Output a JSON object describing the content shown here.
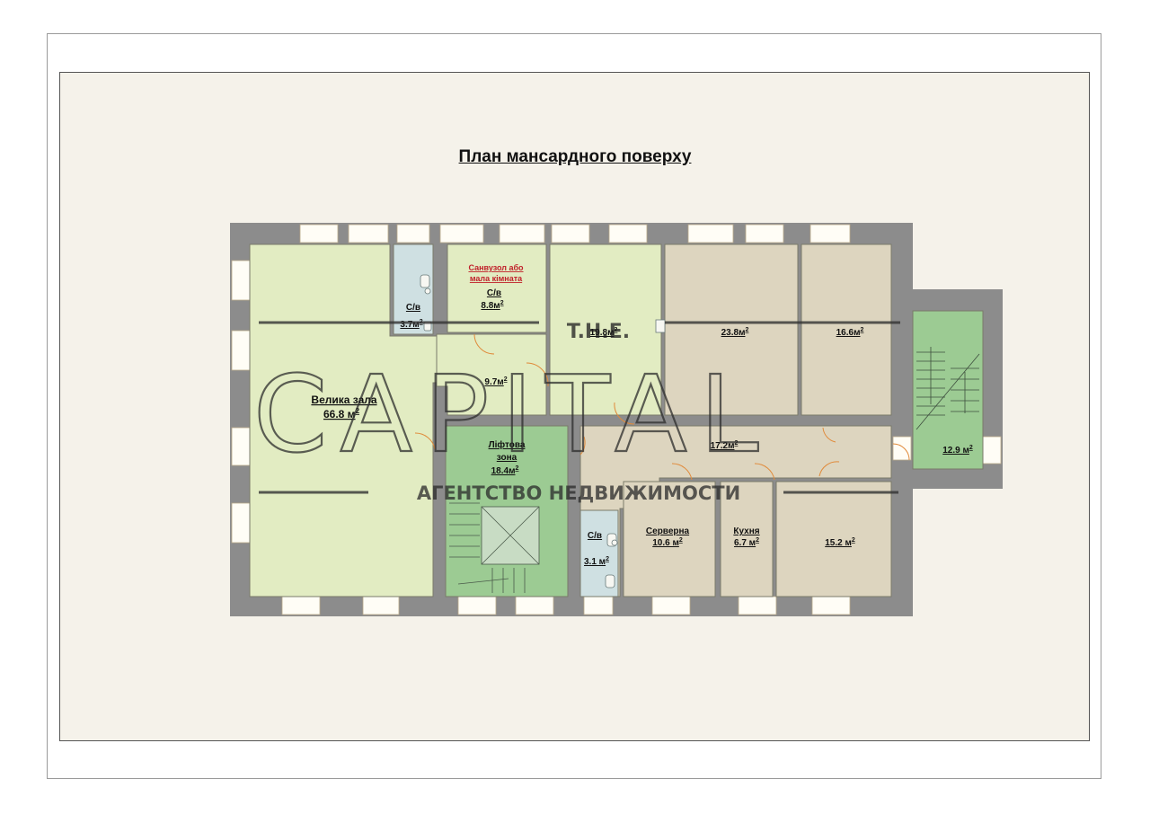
{
  "title": "План мансардного поверху",
  "rooms": {
    "hall": {
      "name": "Велика зала",
      "area": "66.8 м",
      "sup": "2"
    },
    "wc1": {
      "name": "С/в",
      "area": "3.7м",
      "sup": "2"
    },
    "wc2": {
      "note_line1": "Санвузол або",
      "note_line2": "мала кімната",
      "name": "С/в",
      "area": "8.8м",
      "sup": "2"
    },
    "corridor": {
      "area": "9.7м",
      "sup": "2"
    },
    "r19": {
      "area": "19.8м",
      "sup": "2"
    },
    "r23": {
      "area": "23.8м",
      "sup": "2"
    },
    "r16": {
      "area": "16.6м",
      "sup": "2"
    },
    "stair": {
      "area": "12.9 м",
      "sup": "2"
    },
    "lift": {
      "line1": "Ліфтова",
      "line2": "зона",
      "area": "18.4м",
      "sup": "2"
    },
    "hall2": {
      "area": "17.2м",
      "sup": "2"
    },
    "wc3": {
      "name": "С/в",
      "area": "3.1 м",
      "sup": "2"
    },
    "server": {
      "name": "Серверна",
      "area": "10.6 м",
      "sup": "2"
    },
    "kitchen": {
      "name": "Кухня",
      "area": "6.7 м",
      "sup": "2"
    },
    "r15": {
      "area": "15.2 м",
      "sup": "2"
    }
  },
  "watermark": {
    "brand_top": "T.H.E.",
    "brand_main": "CAPITAL",
    "brand_sub": "АГЕНТСТВО НЕДВИЖИМОСТИ"
  },
  "colors": {
    "wall": "#8c8c8c",
    "green_light": "#e2ecc2",
    "beige": "#ddd5bf",
    "blue": "#cfe0e2",
    "green_dark": "#9ccb93",
    "window": "#fffdf6"
  }
}
